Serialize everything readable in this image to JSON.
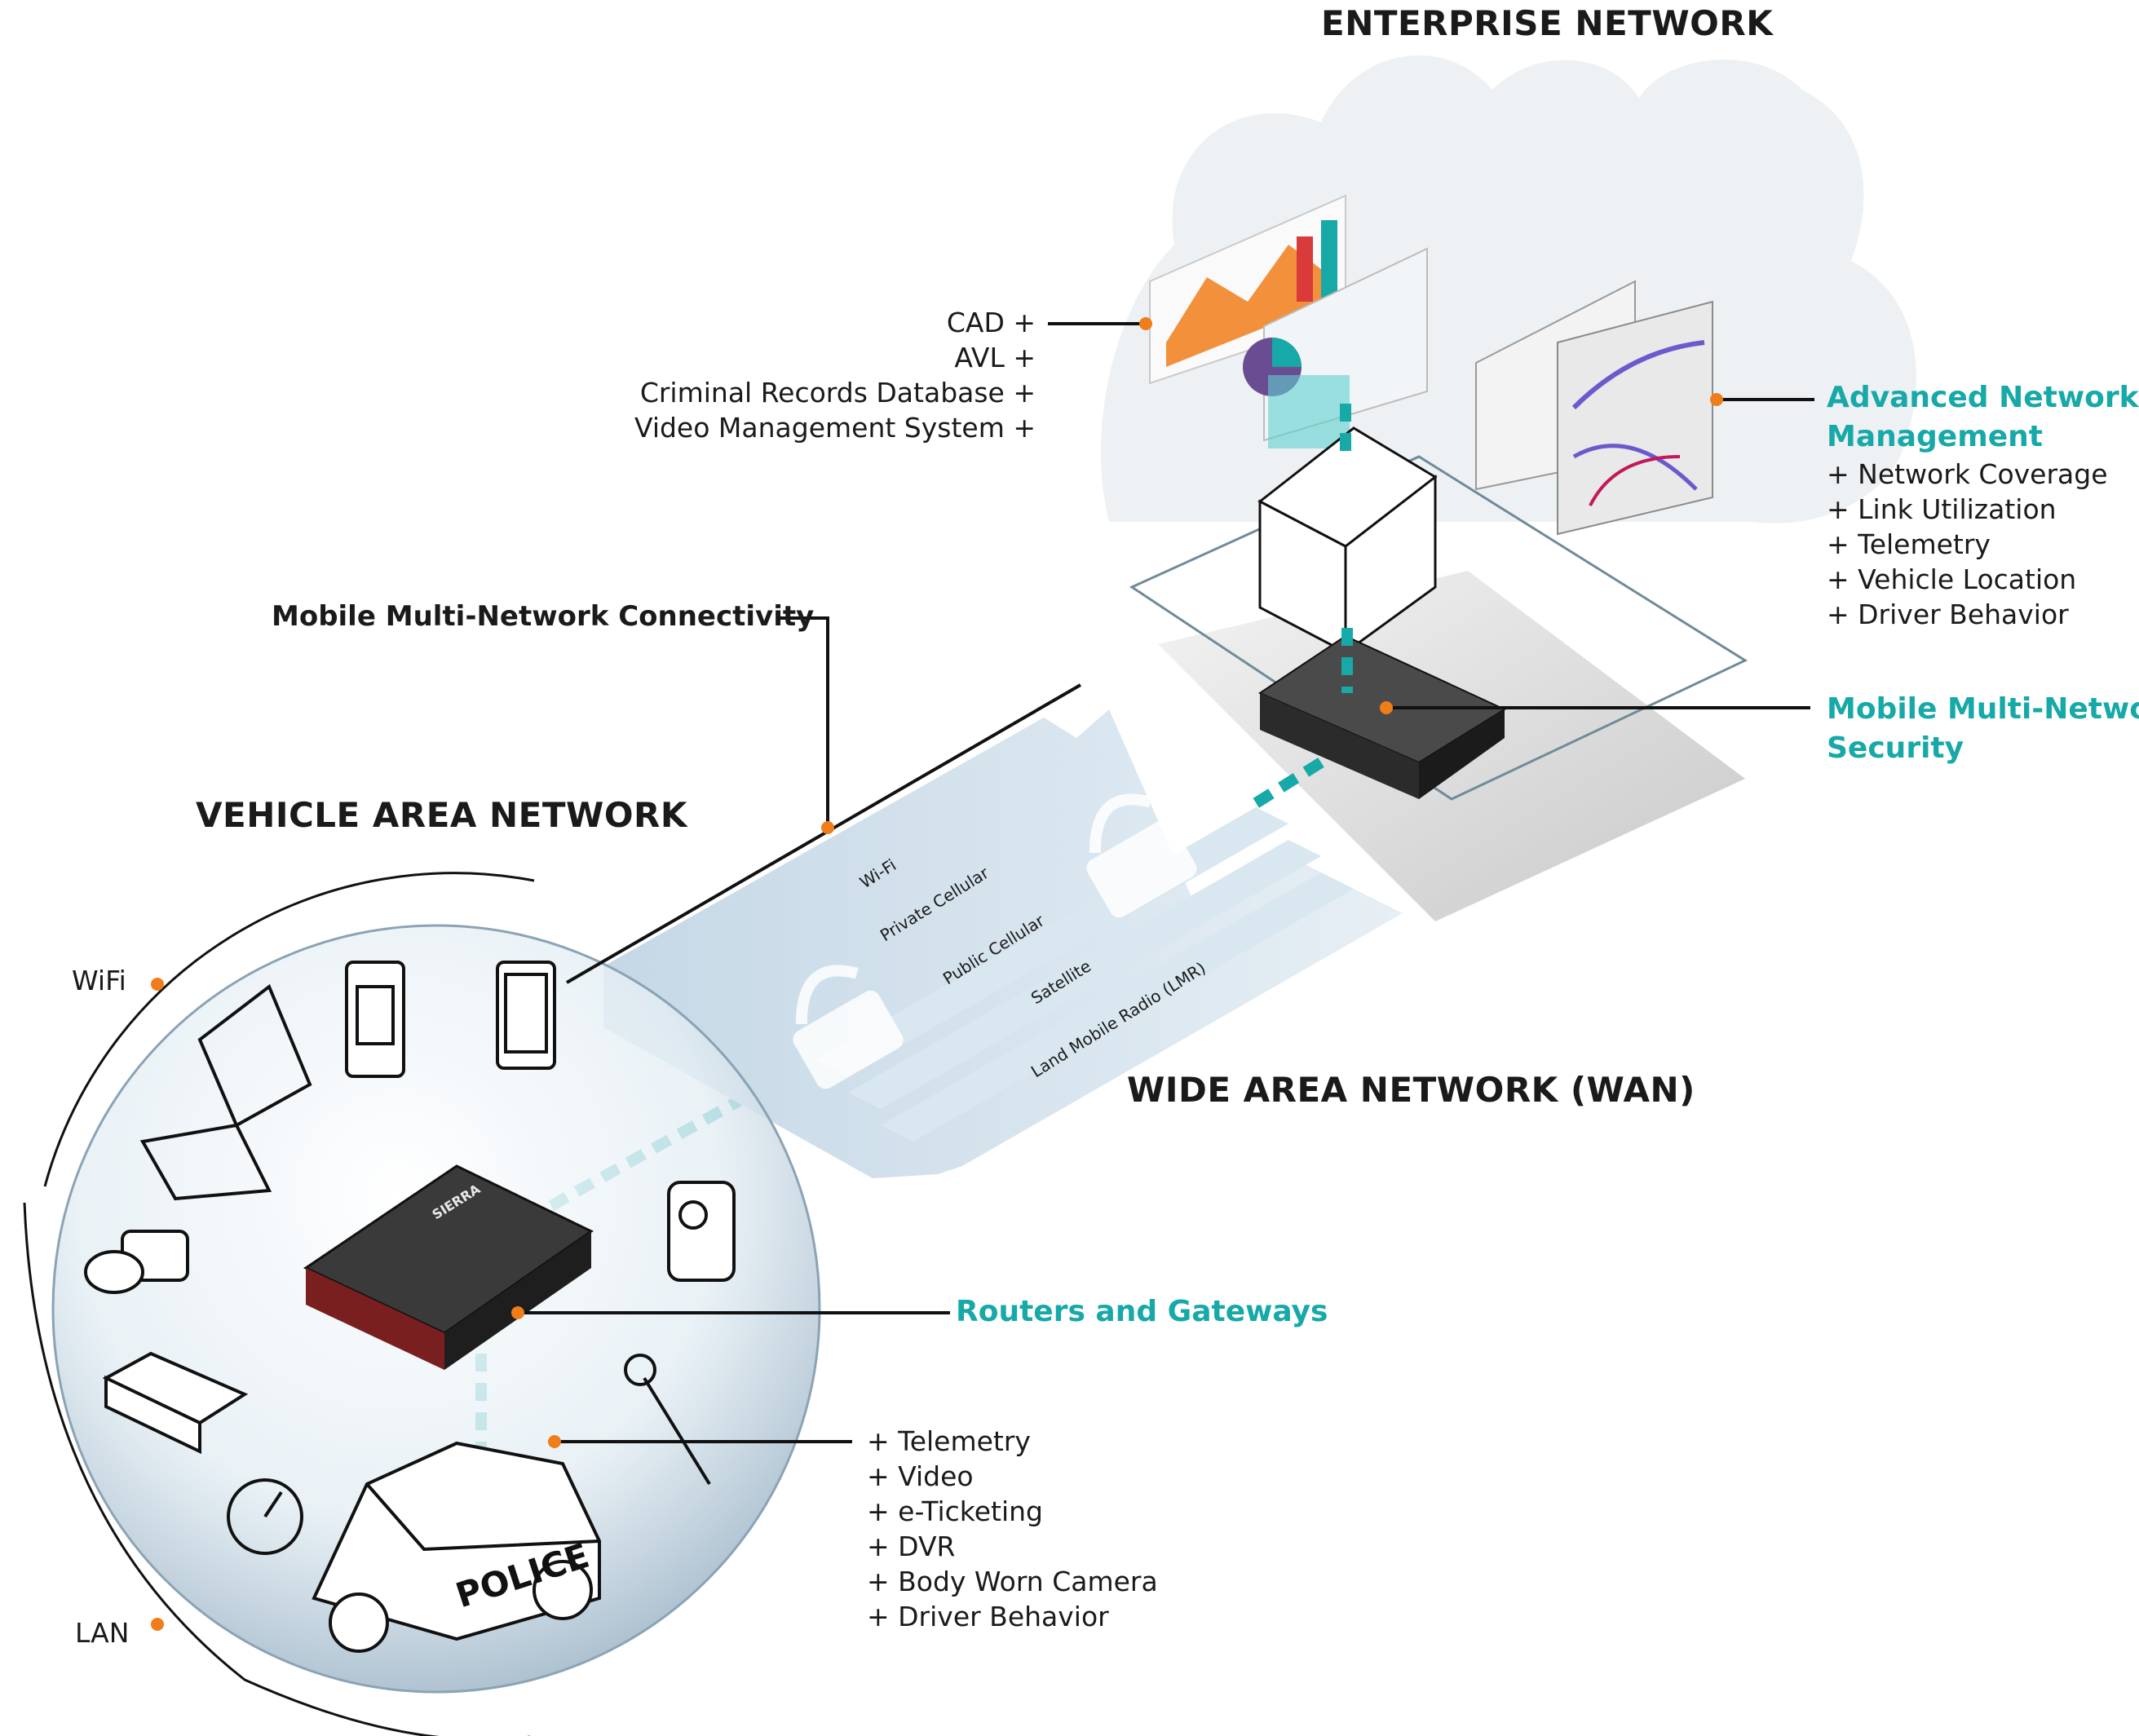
{
  "headings": {
    "enterprise": "ENTERPRISE NETWORK",
    "vehicle_area": "VEHICLE AREA NETWORK",
    "wan": "WIDE AREA NETWORK (WAN)"
  },
  "callouts": {
    "mobile_connectivity": "Mobile Multi-Network Connectivity",
    "routers": "Routers and Gateways",
    "security_line1": "Mobile Multi-Network",
    "security_line2": "Security",
    "advanced_line1": "Advanced Network",
    "advanced_line2": "Management"
  },
  "enterprise_apps": [
    "CAD  +",
    "AVL  +",
    "Criminal Records Database  +",
    "Video Management System  +"
  ],
  "management_items": [
    "+  Network Coverage",
    "+  Link Utilization",
    "+  Telemetry",
    "+  Vehicle Location",
    "+  Driver Behavior"
  ],
  "vehicle_items": [
    "+  Telemetry",
    "+  Video",
    "+  e-Ticketing",
    "+  DVR",
    "+  Body Worn Camera",
    "+  Driver Behavior"
  ],
  "wan_channels": [
    "Wi-Fi",
    "Private Cellular",
    "Public Cellular",
    "Satellite",
    "Land Mobile Radio (LMR)"
  ],
  "lan_labels": {
    "wifi": "WiFi",
    "lan": "LAN"
  },
  "device_text": {
    "brand": "SIERRA",
    "police": "POLICE"
  },
  "colors": {
    "teal": "#17a8a8",
    "orange": "#f07d1a",
    "line": "#1a1a1a",
    "cloud": "#eef1f4",
    "band": "#cfe0ec"
  }
}
